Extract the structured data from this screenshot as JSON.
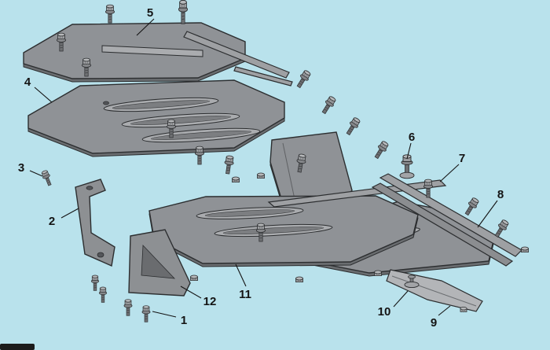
{
  "colors": {
    "background": "#b9e2ec",
    "plate": "#8f9296",
    "outline": "#2c2e30",
    "label": "#141414"
  },
  "diagram": {
    "type": "exploded-parts-diagram",
    "callouts": [
      {
        "label": "1"
      },
      {
        "label": "2"
      },
      {
        "label": "3"
      },
      {
        "label": "4"
      },
      {
        "label": "5"
      },
      {
        "label": "6"
      },
      {
        "label": "7"
      },
      {
        "label": "8"
      },
      {
        "label": "9"
      },
      {
        "label": "10"
      },
      {
        "label": "11"
      },
      {
        "label": "12"
      }
    ]
  }
}
